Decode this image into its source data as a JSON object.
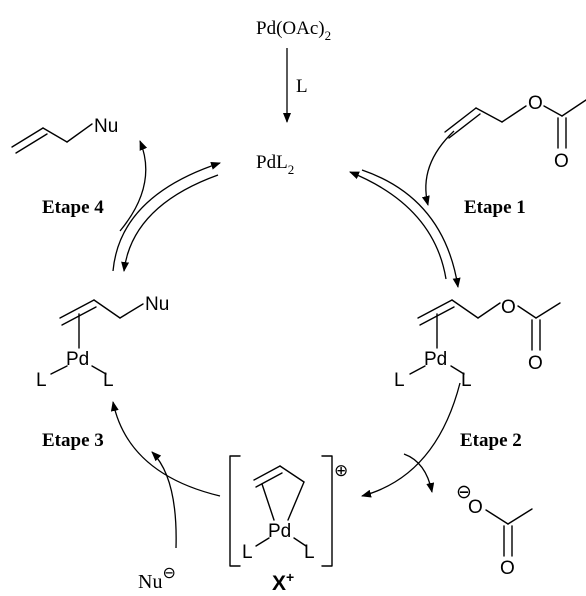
{
  "diagram": {
    "precursor": "Pd(OAc)2",
    "precursor_base": "Pd(OAc)",
    "precursor_sub": "2",
    "ligand_label": "L",
    "catalyst_base": "PdL",
    "catalyst_sub": "2",
    "steps": {
      "step1": "Etape 1",
      "step2": "Etape 2",
      "step3": "Etape 3",
      "step4": "Etape 4"
    },
    "atoms": {
      "nu": "Nu",
      "o": "O",
      "pd": "Pd",
      "l": "L"
    },
    "intermediate_label": "X",
    "intermediate_charge": "+",
    "charge_plus_symbol": "⊕",
    "charge_minus_symbol": "⊖"
  }
}
